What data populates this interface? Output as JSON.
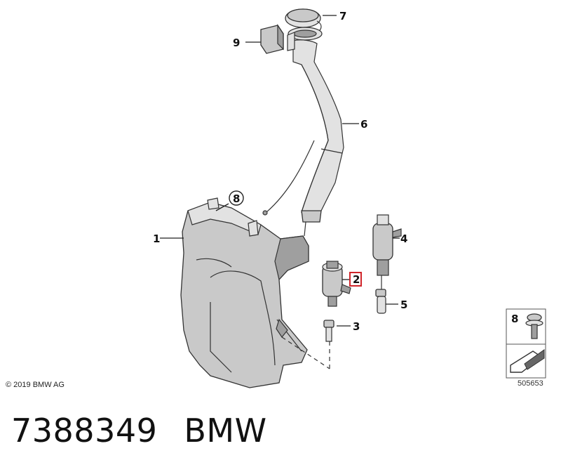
{
  "diagram": {
    "callouts": [
      "1",
      "2",
      "3",
      "4",
      "5",
      "6",
      "7",
      "8",
      "9"
    ],
    "circled_callout": "8",
    "highlighted_callout": "2",
    "highlight_color": "#d0252a"
  },
  "legend_box": {
    "item_number": "8",
    "reference_code": "505653"
  },
  "copyright": "© 2019 BMW AG",
  "footer": {
    "part_number": "7388349",
    "brand": "BMW"
  }
}
